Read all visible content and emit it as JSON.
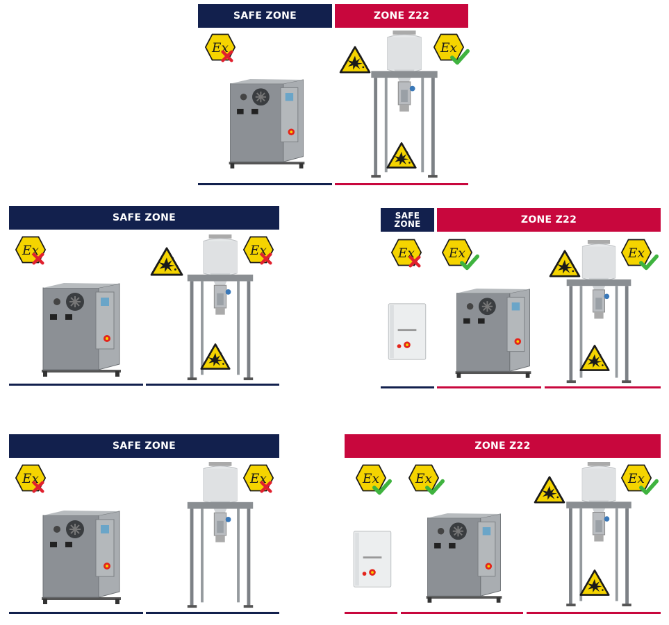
{
  "colors": {
    "safe_zone": "#12204d",
    "zone_z22": "#c8073d",
    "ex_yellow": "#f5d400",
    "cross_red": "#e0202e",
    "check_green": "#3fb33f"
  },
  "headers": {
    "safe_zone": "SAFE ZONE",
    "zone_z22": "ZONE Z22",
    "safe_zone_stacked_line1": "SAFE",
    "safe_zone_stacked_line2": "ZONE"
  },
  "icons": {
    "ex_mark": "atex-ex-icon",
    "cross": "red-cross-icon",
    "check": "green-check-icon",
    "explosion": "explosion-warning-icon",
    "vacuum_unit": "vacuum-unit-icon",
    "filter_stand": "filter-receiver-stand-icon",
    "control_box": "control-box-icon"
  },
  "ex_label": "Ex"
}
